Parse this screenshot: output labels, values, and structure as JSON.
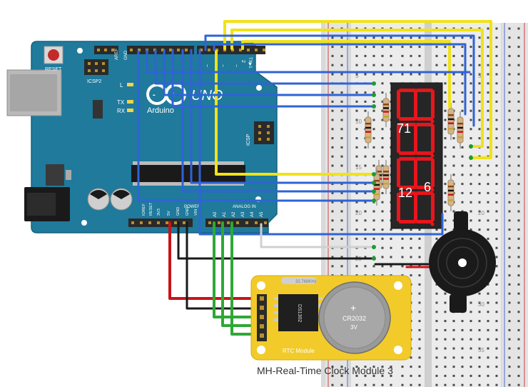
{
  "caption": "MH-Real-Time Clock Module 3",
  "arduino": {
    "reset_label": "RESET",
    "icsp2_label": "ICSP2",
    "aref_label": "AREF",
    "gnd_label": "GND",
    "l_label": "L",
    "tx_label": "TX",
    "rx_label": "RX",
    "logo_text": "UNO",
    "brand_label": "Arduino",
    "icsp_label": "ICSP",
    "power_label": "POWER",
    "analog_label": "ANALOG IN",
    "power_pins": [
      "IOREF",
      "RESET",
      "3V3",
      "5V",
      "GND",
      "GND",
      "VIN"
    ],
    "analog_pins": [
      "A0",
      "A1",
      "A2",
      "A3",
      "A4",
      "A5"
    ],
    "digital_marks": [
      "~",
      "~",
      "~",
      "2",
      "TX▶1",
      "RX◀0"
    ]
  },
  "display": {
    "digits": [
      "8",
      "8",
      "8",
      "8"
    ],
    "pin_top_first": "1",
    "pin_top_last": "6",
    "pin_bottom_first": "12",
    "pin_bottom_last": "7"
  },
  "breadboard": {
    "row_numbers": [
      "5",
      "10",
      "15",
      "20",
      "25",
      "30",
      "35"
    ]
  },
  "rtc": {
    "chip_text": "DS1302",
    "battery_label": "CR2032",
    "battery_voltage": "3V",
    "battery_plus": "+",
    "module_label": "RTC Module",
    "crystal_label": "32.768KHz"
  },
  "colors": {
    "board": "#1f7a9c",
    "wire_yellow": "#f0e21a",
    "wire_blue": "#2f63d6",
    "wire_green": "#2ea836",
    "wire_red": "#c8141a",
    "wire_black": "#1a1a1a",
    "segment_red": "#e8151b",
    "rtc_yellow": "#f2cb2a"
  }
}
